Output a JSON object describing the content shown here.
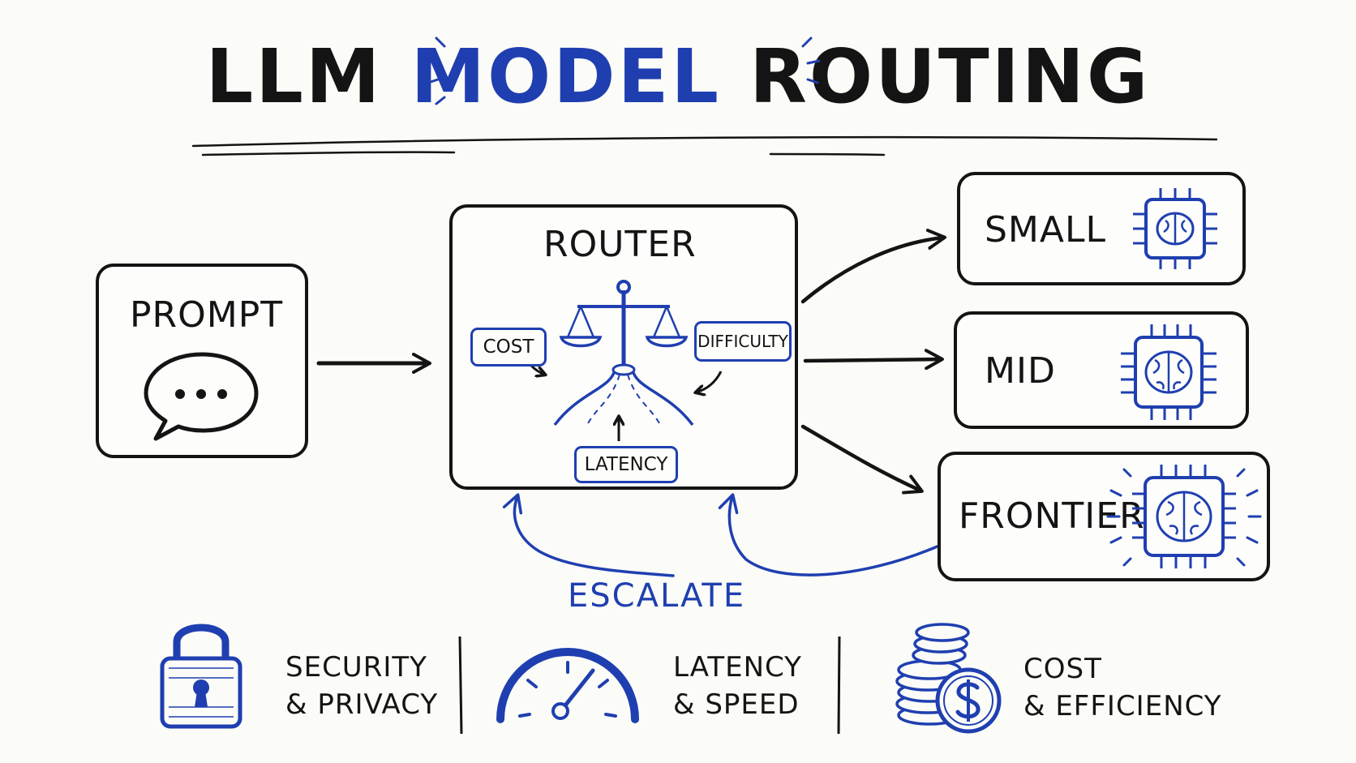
{
  "title": {
    "part1": "LLM",
    "part2": "MODEL",
    "part3": "ROUTING"
  },
  "prompt": {
    "label": "PROMPT"
  },
  "router": {
    "label": "ROUTER",
    "factors": {
      "cost": "COST",
      "difficulty": "DIFFICULTY",
      "latency": "LATENCY"
    }
  },
  "models": [
    {
      "label": "SMALL"
    },
    {
      "label": "MID"
    },
    {
      "label": "FRONTIER"
    }
  ],
  "escalate": "ESCALATE",
  "footer": [
    {
      "line1": "SECURITY",
      "line2": "& PRIVACY",
      "icon": "padlock-icon"
    },
    {
      "line1": "LATENCY",
      "line2": "& SPEED",
      "icon": "speedometer-icon"
    },
    {
      "line1": "COST",
      "line2": "& EFFICIENCY",
      "icon": "coins-icon"
    }
  ],
  "colors": {
    "ink": "#141414",
    "accent": "#1f3fb0",
    "background": "#fbfbf8"
  }
}
